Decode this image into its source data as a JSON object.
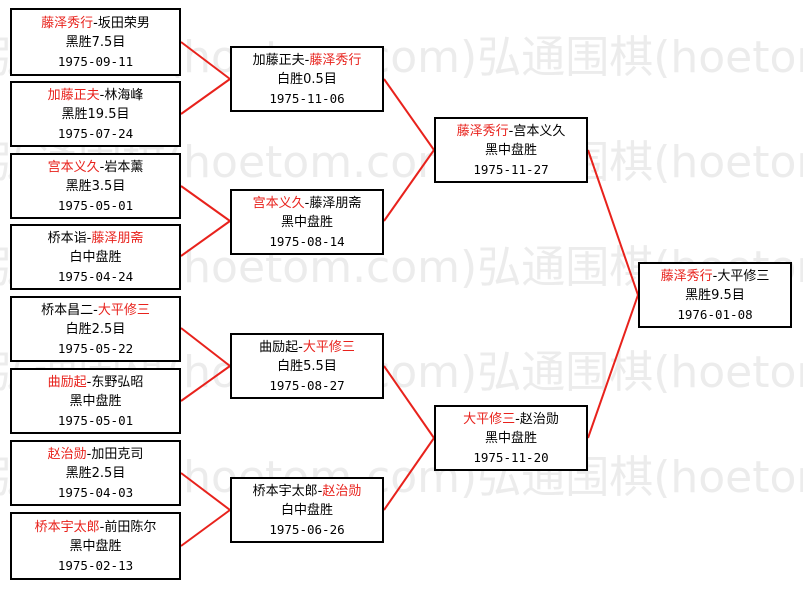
{
  "watermark": {
    "text": "弘通围棋(hoetom.com)弘通围棋(hoetom.com)"
  },
  "colors": {
    "winner": "#e8221c",
    "line": "#e8221c",
    "border": "#000000"
  },
  "round1": [
    {
      "p1": "藤泽秀行",
      "p2": "坂田荣男",
      "winner": 1,
      "result": "黑胜7.5目",
      "date": "1975-09-11"
    },
    {
      "p1": "加藤正夫",
      "p2": "林海峰",
      "winner": 1,
      "result": "黑胜19.5目",
      "date": "1975-07-24"
    },
    {
      "p1": "宫本义久",
      "p2": "岩本薰",
      "winner": 1,
      "result": "黑胜3.5目",
      "date": "1975-05-01"
    },
    {
      "p1": "桥本诣",
      "p2": "藤泽朋斋",
      "winner": 2,
      "result": "白中盘胜",
      "date": "1975-04-24"
    },
    {
      "p1": "桥本昌二",
      "p2": "大平修三",
      "winner": 2,
      "result": "白胜2.5目",
      "date": "1975-05-22"
    },
    {
      "p1": "曲励起",
      "p2": "东野弘昭",
      "winner": 1,
      "result": "黑中盘胜",
      "date": "1975-05-01"
    },
    {
      "p1": "赵治勋",
      "p2": "加田克司",
      "winner": 1,
      "result": "黑胜2.5目",
      "date": "1975-04-03"
    },
    {
      "p1": "桥本宇太郎",
      "p2": "前田陈尔",
      "winner": 1,
      "result": "黑中盘胜",
      "date": "1975-02-13"
    }
  ],
  "round2": [
    {
      "p1": "加藤正夫",
      "p2": "藤泽秀行",
      "winner": 2,
      "result": "白胜0.5目",
      "date": "1975-11-06"
    },
    {
      "p1": "宫本义久",
      "p2": "藤泽朋斋",
      "winner": 1,
      "result": "黑中盘胜",
      "date": "1975-08-14"
    },
    {
      "p1": "曲励起",
      "p2": "大平修三",
      "winner": 2,
      "result": "白胜5.5目",
      "date": "1975-08-27"
    },
    {
      "p1": "桥本宇太郎",
      "p2": "赵治勋",
      "winner": 2,
      "result": "白中盘胜",
      "date": "1975-06-26"
    }
  ],
  "round3": [
    {
      "p1": "藤泽秀行",
      "p2": "宫本义久",
      "winner": 1,
      "result": "黑中盘胜",
      "date": "1975-11-27"
    },
    {
      "p1": "大平修三",
      "p2": "赵治勋",
      "winner": 1,
      "result": "黑中盘胜",
      "date": "1975-11-20"
    }
  ],
  "final": [
    {
      "p1": "藤泽秀行",
      "p2": "大平修三",
      "winner": 1,
      "result": "黑胜9.5目",
      "date": "1976-01-08"
    }
  ]
}
